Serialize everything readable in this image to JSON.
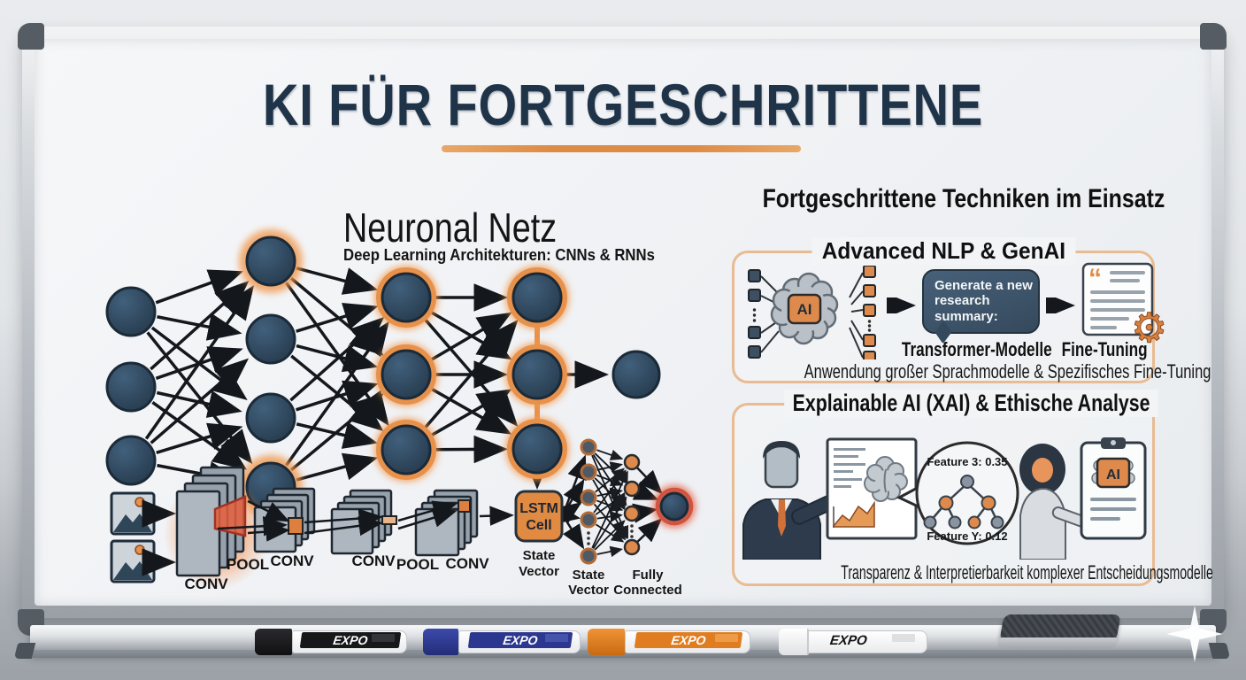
{
  "title": "KI FÜR FORTGESCHRITTENE",
  "network": {
    "heading": "Neuronal Netz",
    "subheading": "Deep Learning Architekturen: CNNs & RNNs",
    "cnn_labels": [
      "CONV",
      "POOL",
      "CONV",
      "CONV",
      "POOL",
      "CONV"
    ],
    "lstm_lines": [
      "LSTM",
      "Cell"
    ],
    "state_vector_lines": [
      "State",
      "Vector"
    ],
    "fully_connected_lines": [
      "Fully",
      "Connected"
    ]
  },
  "right": {
    "heading": "Fortgeschrittene Techniken im Einsatz",
    "nlp": {
      "title": "Advanced NLP & GenAI",
      "chip": "AI",
      "bubble": "Generate a new research summary:",
      "transformer": "Transformer-Modelle",
      "finetuning": "Fine-Tuning",
      "caption": "Anwendung großer Sprachmodelle & Spezifisches Fine-Tuning"
    },
    "xai": {
      "title": "Explainable AI (XAI) & Ethische Analyse",
      "feature_top": "Feature 3: 0.35",
      "feature_bottom": "Feature Y: 0.12",
      "chip": "AI",
      "caption": "Transparenz & Interpretierbarkeit komplexer Entscheidungsmodelle"
    }
  },
  "tray": {
    "markers": [
      {
        "brand": "EXPO",
        "color": "#1a1a1c"
      },
      {
        "brand": "EXPO",
        "color": "#2e3a96"
      },
      {
        "brand": "EXPO",
        "color": "#de7a1e"
      },
      {
        "brand": "EXPO",
        "color": "#f5f6f7"
      }
    ]
  },
  "colors": {
    "accent_orange": "#de8a4c",
    "title_navy": "#203449",
    "node_navy": "#2f4558",
    "board_white": "#f2f4f6"
  }
}
